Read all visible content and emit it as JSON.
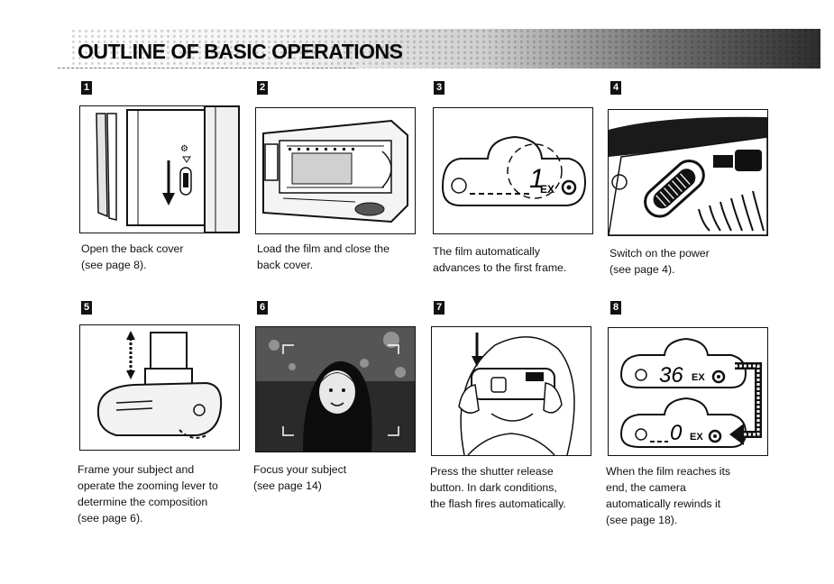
{
  "title": "OUTLINE OF BASIC OPERATIONS",
  "steps": [
    {
      "number": "1",
      "caption_lines": [
        "Open the back cover",
        "(see page 8)."
      ]
    },
    {
      "number": "2",
      "caption_lines": [
        "Load the film and close the",
        "back cover."
      ]
    },
    {
      "number": "3",
      "caption_lines": [
        "The film automatically",
        "advances to the first frame."
      ]
    },
    {
      "number": "4",
      "caption_lines": [
        "Switch on the power",
        "(see page 4)."
      ]
    },
    {
      "number": "5",
      "caption_lines": [
        "Frame your subject and",
        "operate the zooming lever to",
        "determine the composition",
        "(see page 6)."
      ]
    },
    {
      "number": "6",
      "caption_lines": [
        "Focus your subject",
        "(see page 14)"
      ]
    },
    {
      "number": "7",
      "caption_lines": [
        "Press the shutter release",
        "button. In dark conditions,",
        "the flash fires automatically."
      ]
    },
    {
      "number": "8",
      "caption_lines": [
        "When the film reaches its",
        "end, the camera",
        "automatically rewinds it",
        "(see page 18)."
      ]
    }
  ],
  "lcd": {
    "step3_count": "1",
    "step8_start_count": "36",
    "step8_end_count": "0",
    "ex_label": "EX"
  }
}
